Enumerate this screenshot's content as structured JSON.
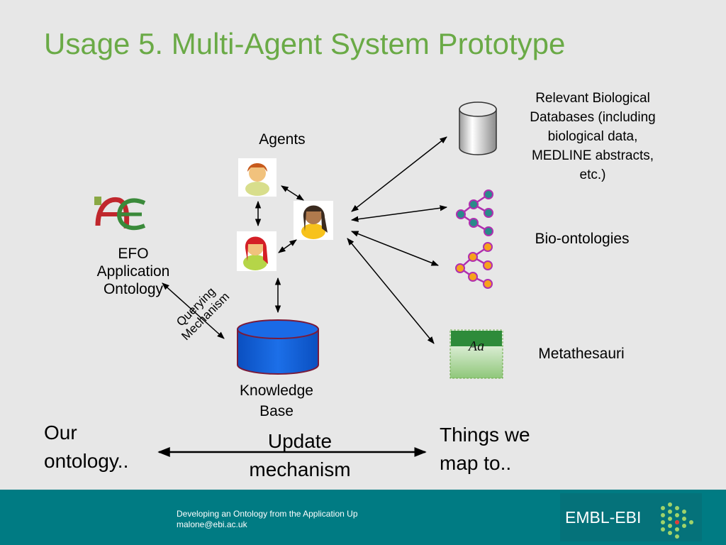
{
  "slide": {
    "title": "Usage 5. Multi-Agent System Prototype"
  },
  "diagram": {
    "agents_label": "Agents",
    "efo_logo_text": "AE",
    "efo_label_lines": [
      "EFO",
      "Application",
      "Ontology"
    ],
    "querying_label_lines": [
      "Querying",
      "Mechanism"
    ],
    "knowledge_base_lines": [
      "Knowledge",
      "Base"
    ],
    "databases_label_lines": [
      "Relevant Biological",
      "Databases (including",
      "biological data,",
      "MEDLINE abstracts,",
      "etc.)"
    ],
    "bio_ontologies_label": "Bio-ontologies",
    "metathesauri_icon_text": "Aa",
    "metathesauri_label": "Metathesauri",
    "our_ontology_lines": [
      "Our",
      "ontology.."
    ],
    "update_mechanism_lines": [
      "Update",
      "mechanism"
    ],
    "things_map_lines": [
      "Things we",
      "map to.."
    ]
  },
  "colors": {
    "title": "#6aaa46",
    "footer": "#007b83",
    "knowledge_base": "#0a5fd6",
    "tree_teal": "#2a8a8a",
    "tree_orange": "#f7a21b",
    "tree_purple": "#b02fb0",
    "metathesauri_green": "#8fc77a"
  },
  "footer": {
    "line1": "Developing an Ontology from the Application Up",
    "line2": "malone@ebi.ac.uk",
    "logo": "EMBL-EBI"
  }
}
